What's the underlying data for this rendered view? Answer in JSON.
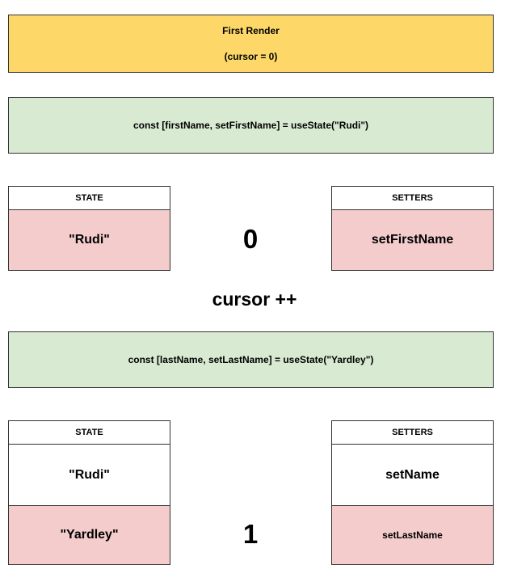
{
  "colors": {
    "header_fill": "#fdd868",
    "code_fill": "#d9ead3",
    "active_fill": "#f4cccc",
    "plain_fill": "#ffffff",
    "border": "#333333"
  },
  "header": {
    "title": "First Render",
    "cursor_note": "(cursor = 0)"
  },
  "first_call": {
    "code": "const [firstName, setFirstName] = useState(\"Rudi\")"
  },
  "first_table": {
    "state_header": "STATE",
    "setters_header": "SETTERS",
    "state_values": [
      "\"Rudi\""
    ],
    "setter_values": [
      "setFirstName"
    ],
    "cursor_index": "0"
  },
  "cursor_increment": "cursor ++",
  "second_call": {
    "code": "const [lastName, setLastName] = useState(\"Yardley\")"
  },
  "second_table": {
    "state_header": "STATE",
    "setters_header": "SETTERS",
    "state_values": [
      "\"Rudi\"",
      "\"Yardley\""
    ],
    "setter_values": [
      "setName",
      "setLastName"
    ],
    "cursor_index": "1"
  }
}
